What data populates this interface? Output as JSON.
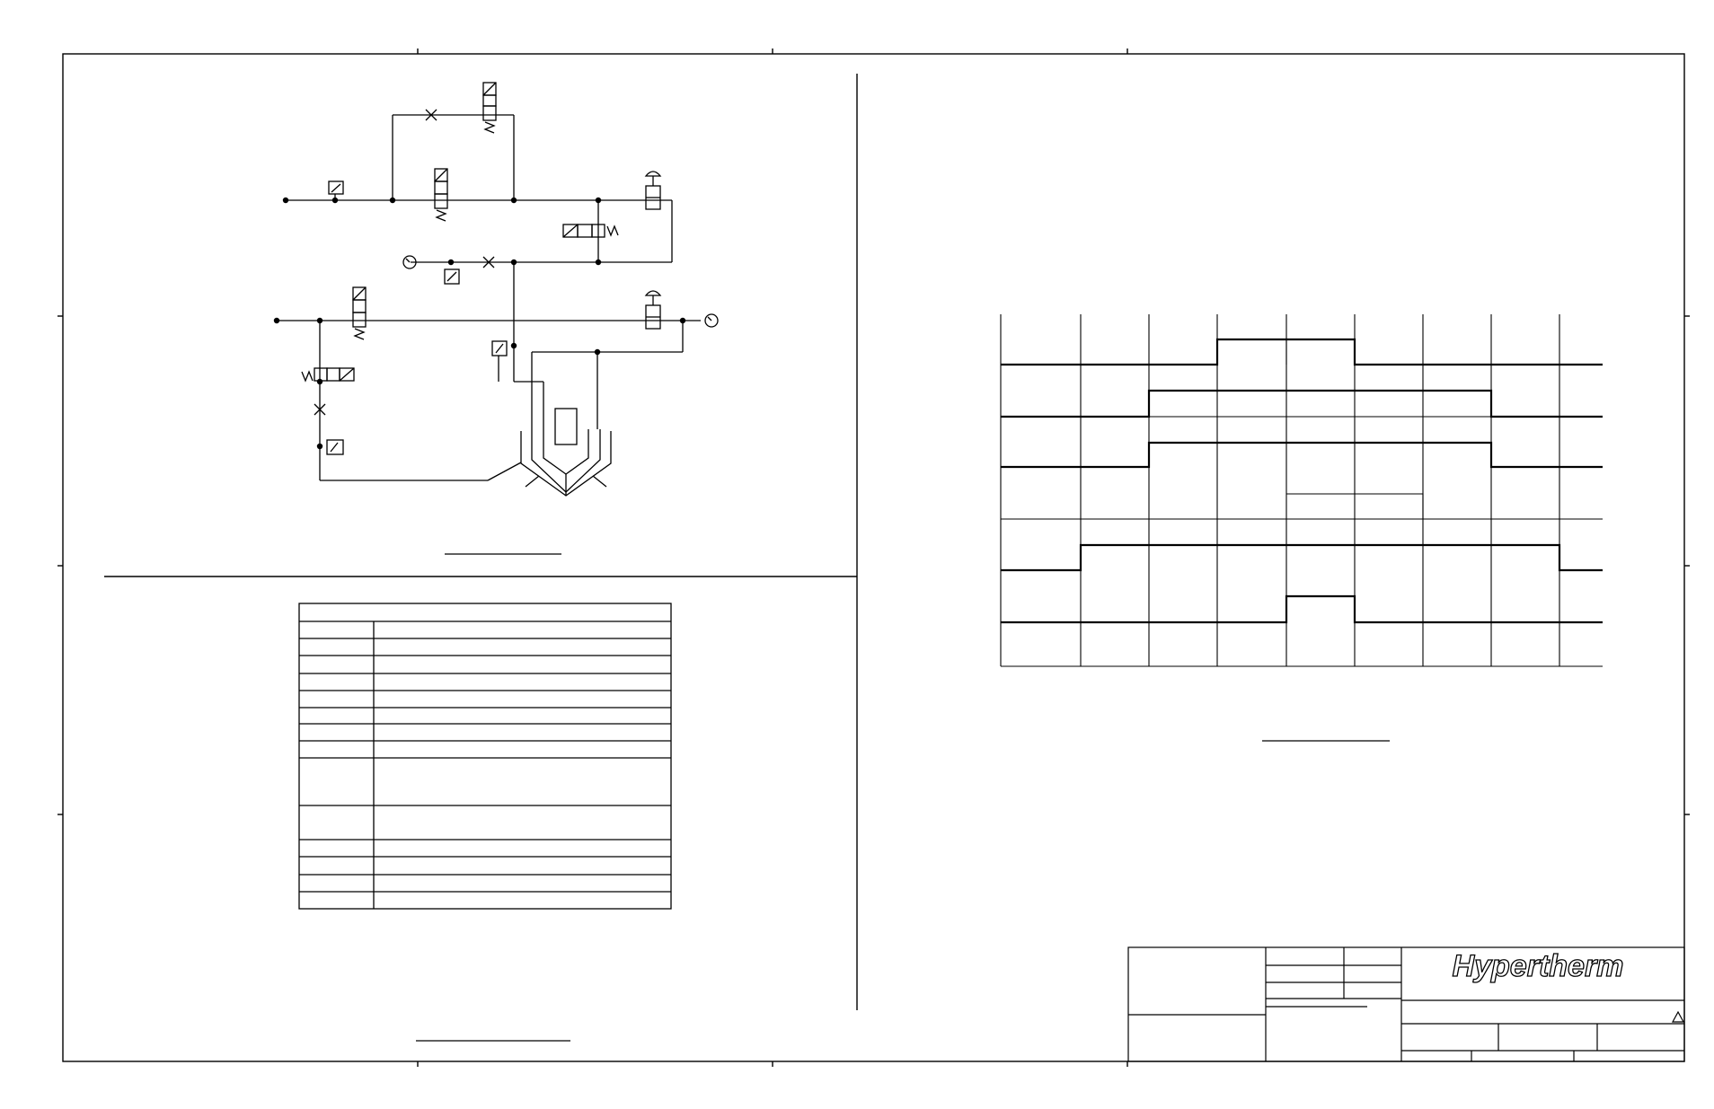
{
  "title_block": {
    "company_logo_text": "Hypertherm"
  },
  "schematic": {
    "valve_symbols": [
      "solenoid-valve",
      "pressure-switch",
      "needle-valve",
      "manual-push-valve",
      "pressure-gauge",
      "torch"
    ]
  },
  "timing_diagram": {
    "grid_columns": 9,
    "signal_rows": 6
  },
  "colors": {
    "line": "#000000",
    "background": "#ffffff"
  }
}
